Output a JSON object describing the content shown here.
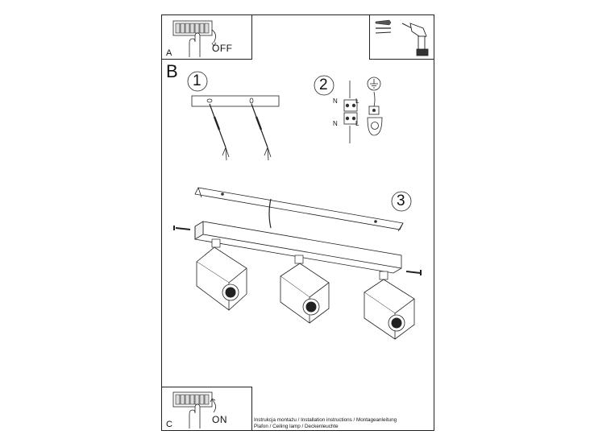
{
  "section_labels": {
    "a": "A",
    "b": "B",
    "c": "C"
  },
  "switch": {
    "off_label": "OFF",
    "on_label": "ON"
  },
  "steps": {
    "step1": "1",
    "step2": "2",
    "step3": "3"
  },
  "wiring": {
    "left_top": "N",
    "right_top": "L",
    "left_bottom": "N",
    "right_bottom": "L"
  },
  "caption": {
    "line1": "Instrukcja montażu / Installation instructions / Montageanleitung",
    "line2": "Plafon / Ceiling lamp / Deckenleuchte"
  },
  "icons": [
    "hand-switch-icon",
    "screw-anchor-icon",
    "drill-icon",
    "ground-symbol-icon",
    "terminal-block-icon"
  ]
}
